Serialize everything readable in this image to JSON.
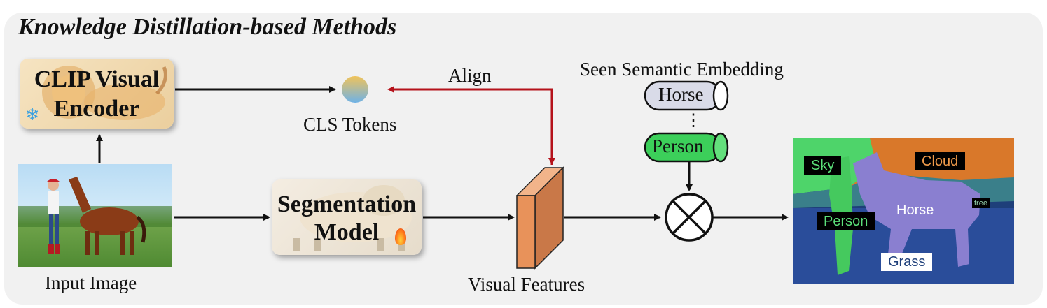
{
  "title": "Knowledge Distillation-based Methods",
  "clip_encoder": {
    "line1": "CLIP Visual",
    "line2": "Encoder",
    "icon": "snowflake-icon"
  },
  "cls_tokens": "CLS Tokens",
  "align": "Align",
  "seen_embedding": "Seen Semantic Embedding",
  "embeddings": [
    "Horse",
    "Person"
  ],
  "embedding_ellipsis": "⋮",
  "input_image": "Input Image",
  "segmentation_model": {
    "line1": "Segmentation",
    "line2": "Model",
    "icon": "fire-icon"
  },
  "visual_features": "Visual Features",
  "segmentation_labels": {
    "sky": "Sky",
    "cloud": "Cloud",
    "person": "Person",
    "horse": "Horse",
    "grass": "Grass",
    "tree": "tree"
  },
  "colors": {
    "align_arrow": "#b5121b",
    "person_embedding": "#3ccf5a",
    "horse_embedding": "#d9dbe8",
    "feature_block": "#e8925a"
  }
}
